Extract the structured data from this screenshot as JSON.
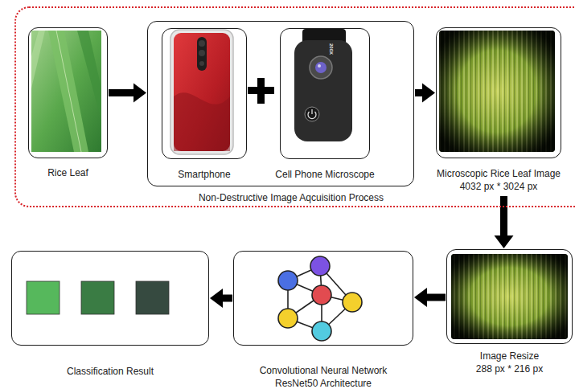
{
  "diagram": {
    "nodes": [
      {
        "text": [
          "Non-Destructive Image Aqcuisition Process"
        ]
      },
      {
        "text": [
          "Rice Leaf"
        ],
        "in": 0
      },
      {
        "text": [],
        "in": 0
      },
      {
        "text": [
          "Smartphone"
        ],
        "in": 2
      },
      {
        "text": [
          "Cell Phone Microscope"
        ],
        "in": 2
      },
      {
        "text": [
          "Microscopic Rice Leaf Image",
          "4032 px * 3024 px"
        ],
        "in": 0
      },
      {
        "text": [
          "Image Resize",
          "288 px * 216 px"
        ]
      },
      {
        "text": [
          "Convolutional Neural Network",
          "ResNet50 Architecture"
        ]
      },
      {
        "text": [
          "Classification Result"
        ]
      }
    ],
    "edges": [
      {
        "from": 1,
        "to": 2,
        "arrow": "to"
      },
      {
        "from": 2,
        "to": 5,
        "arrow": "to"
      },
      {
        "from": 5,
        "to": 6,
        "arrow": "to"
      },
      {
        "from": 6,
        "to": 7,
        "arrow": "to"
      },
      {
        "from": 7,
        "to": 8,
        "arrow": "to"
      }
    ],
    "labels": [
      "200X"
    ]
  }
}
